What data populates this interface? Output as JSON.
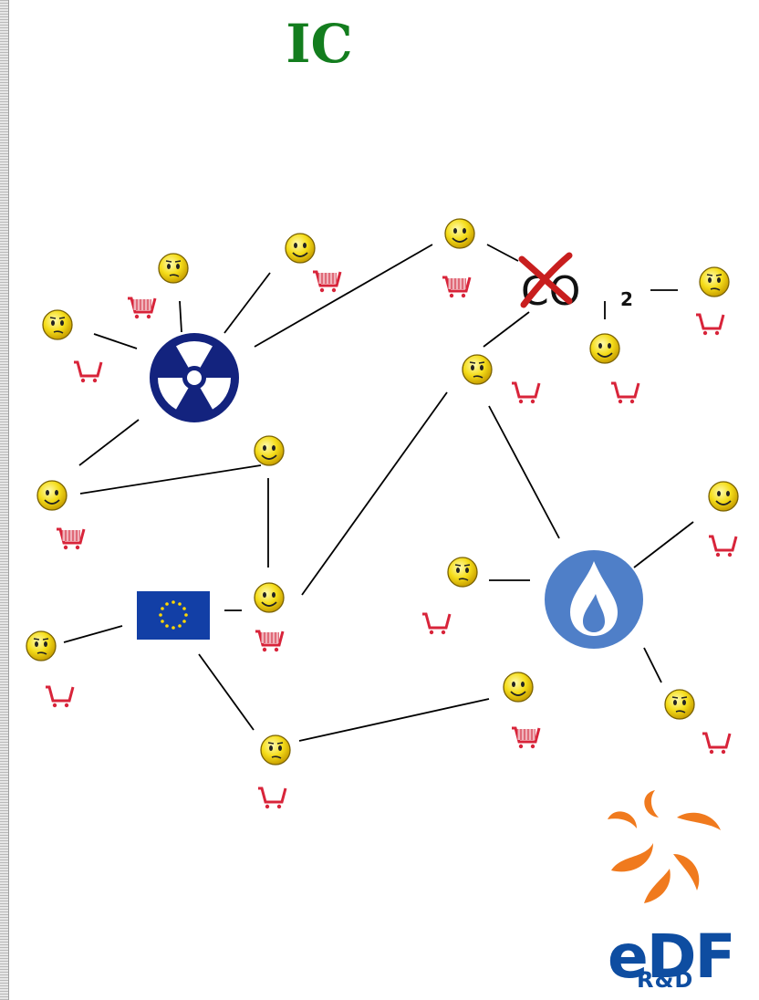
{
  "title": "IC",
  "co2_label": "CO",
  "co2_subscript": "2",
  "logo": {
    "brand": "eDF",
    "division": "R&D",
    "colors": {
      "orange": "#f07a1e",
      "blue": "#0e4da1"
    }
  },
  "colors": {
    "title": "#137d1e",
    "cart": "#d8243a",
    "nuclear": "#13237e",
    "gas": "#4f7fc8",
    "eu": "#123fa6",
    "smiley": "#f5dd1a"
  },
  "icons": [
    "smiley-face-icon",
    "shopping-cart-icon",
    "nuclear-symbol-icon",
    "eu-flag-icon",
    "gas-flame-icon",
    "no-co2-icon",
    "edf-logo"
  ]
}
